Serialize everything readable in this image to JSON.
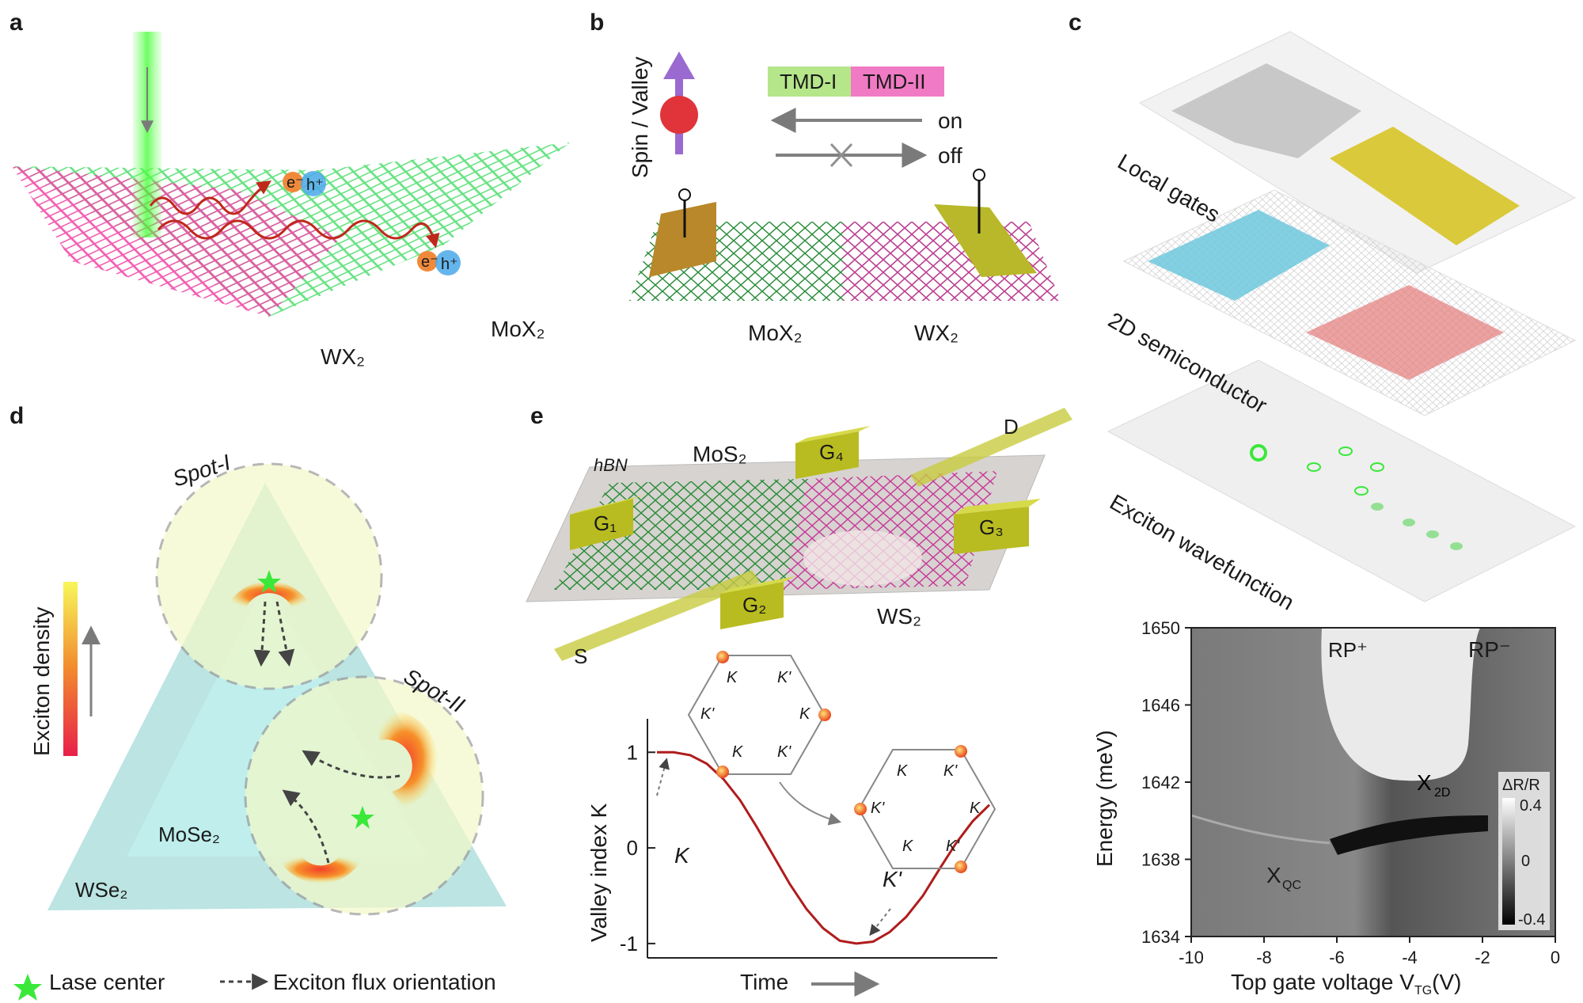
{
  "panels": {
    "a": {
      "letter": "a",
      "electron": "e⁻",
      "hole": "h⁺",
      "mox2": "MoX₂",
      "wx2": "WX₂"
    },
    "b": {
      "letter": "b",
      "spin_valley": "Spin / Valley",
      "tmd1": "TMD-I",
      "tmd2": "TMD-II",
      "on": "on",
      "off": "off",
      "mox2": "MoX₂",
      "wx2": "WX₂",
      "colors": {
        "tmd1": "#b5e68a",
        "tmd2": "#f07ac4"
      }
    },
    "c": {
      "letter": "c",
      "layers": [
        "Local gates",
        "2D semiconductor",
        "Exciton wavefunction"
      ]
    },
    "d": {
      "letter": "d",
      "spot1": "Spot-I",
      "spot2": "Spot-II",
      "mose2": "MoSe₂",
      "wse2": "WSe₂",
      "colorbar_label": "Exciton density",
      "legend": {
        "star": "Lase center",
        "arrow": "Exciton flux orientation"
      }
    },
    "e": {
      "letter": "e",
      "hbn": "hBN",
      "mos2": "MoS₂",
      "ws2": "WS₂",
      "gates": [
        "G₁",
        "G₂",
        "G₃",
        "G₄"
      ],
      "source": "S",
      "drain": "D",
      "hex1": [
        "K",
        "K'",
        "K'",
        "K",
        "K",
        "K'"
      ],
      "hex2": [
        "K",
        "K'",
        "K'",
        "K",
        "K",
        "K'"
      ],
      "k_label": "K",
      "kprime_label": "K'"
    }
  },
  "chart_data": [
    {
      "type": "line",
      "xlabel": "Time",
      "ylabel": "Valley index K",
      "yticks": [
        "1",
        "0",
        "-1"
      ],
      "ylim": [
        -1.15,
        1.35
      ],
      "series": [
        {
          "x": [
            0,
            0.05,
            0.1,
            0.15,
            0.2,
            0.25,
            0.3,
            0.35,
            0.4,
            0.45,
            0.5,
            0.55,
            0.6,
            0.65,
            0.7,
            0.75,
            0.8,
            0.85,
            0.9,
            0.95,
            1.0
          ],
          "values": [
            1,
            1,
            0.97,
            0.88,
            0.72,
            0.5,
            0.22,
            -0.08,
            -0.38,
            -0.64,
            -0.84,
            -0.97,
            -1.0,
            -0.98,
            -0.88,
            -0.72,
            -0.5,
            -0.22,
            0.05,
            0.28,
            0.45
          ]
        }
      ],
      "annotations": [
        "K",
        "K'"
      ],
      "colors": {
        "line": "#b01c1c"
      }
    },
    {
      "type": "heatmap",
      "xlabel": "Top gate voltage V",
      "xlabel_sub": "TG",
      "xlabel_unit": "(V)",
      "ylabel": "Energy (meV)",
      "xlim": [
        -10,
        0
      ],
      "ylim": [
        1634,
        1650
      ],
      "xticks": [
        "-10",
        "-8",
        "-6",
        "-4",
        "-2",
        "0"
      ],
      "yticks": [
        "1634",
        "1638",
        "1642",
        "1646",
        "1650"
      ],
      "annotations": {
        "rp_plus": "RP⁺",
        "rp_minus": "RP⁻",
        "x2d": "X",
        "x2d_sub": "2D",
        "xqc": "X",
        "xqc_sub": "QC"
      },
      "colorbar": {
        "label": "ΔR/R",
        "ticks": [
          "0.4",
          "0",
          "-0.4"
        ],
        "range": [
          -0.4,
          0.4
        ]
      }
    }
  ]
}
